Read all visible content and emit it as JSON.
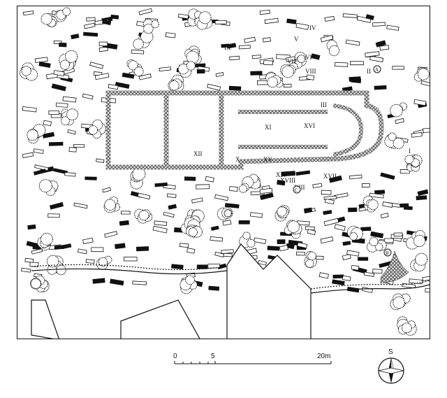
{
  "map": {
    "roman_labels": [
      "I",
      "II",
      "III",
      "IV",
      "V",
      "VI",
      "VII",
      "VIII",
      "IX",
      "X",
      "XI",
      "XII",
      "XIII",
      "XIV",
      "XV",
      "XVI",
      "XVII",
      "XVIII"
    ],
    "circled_labels": [
      "A",
      "B",
      "C"
    ]
  },
  "scale": {
    "ticks": [
      "0",
      "5",
      "20m"
    ]
  },
  "compass": {
    "direction_label": "S"
  },
  "colors": {
    "ink": "#111111",
    "hatch": "#555555",
    "paper": "#ffffff"
  }
}
